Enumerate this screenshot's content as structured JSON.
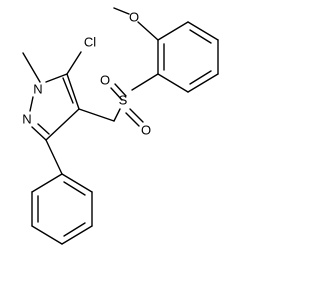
{
  "molecule": {
    "atom_labels": {
      "o_methoxy": "O",
      "s_sulfonyl": "S",
      "o_sulfonyl_1": "O",
      "o_sulfonyl_2": "O",
      "cl": "Cl",
      "n1": "N",
      "n2": "N"
    },
    "background": "#ffffff",
    "bond_color": "#000000"
  }
}
